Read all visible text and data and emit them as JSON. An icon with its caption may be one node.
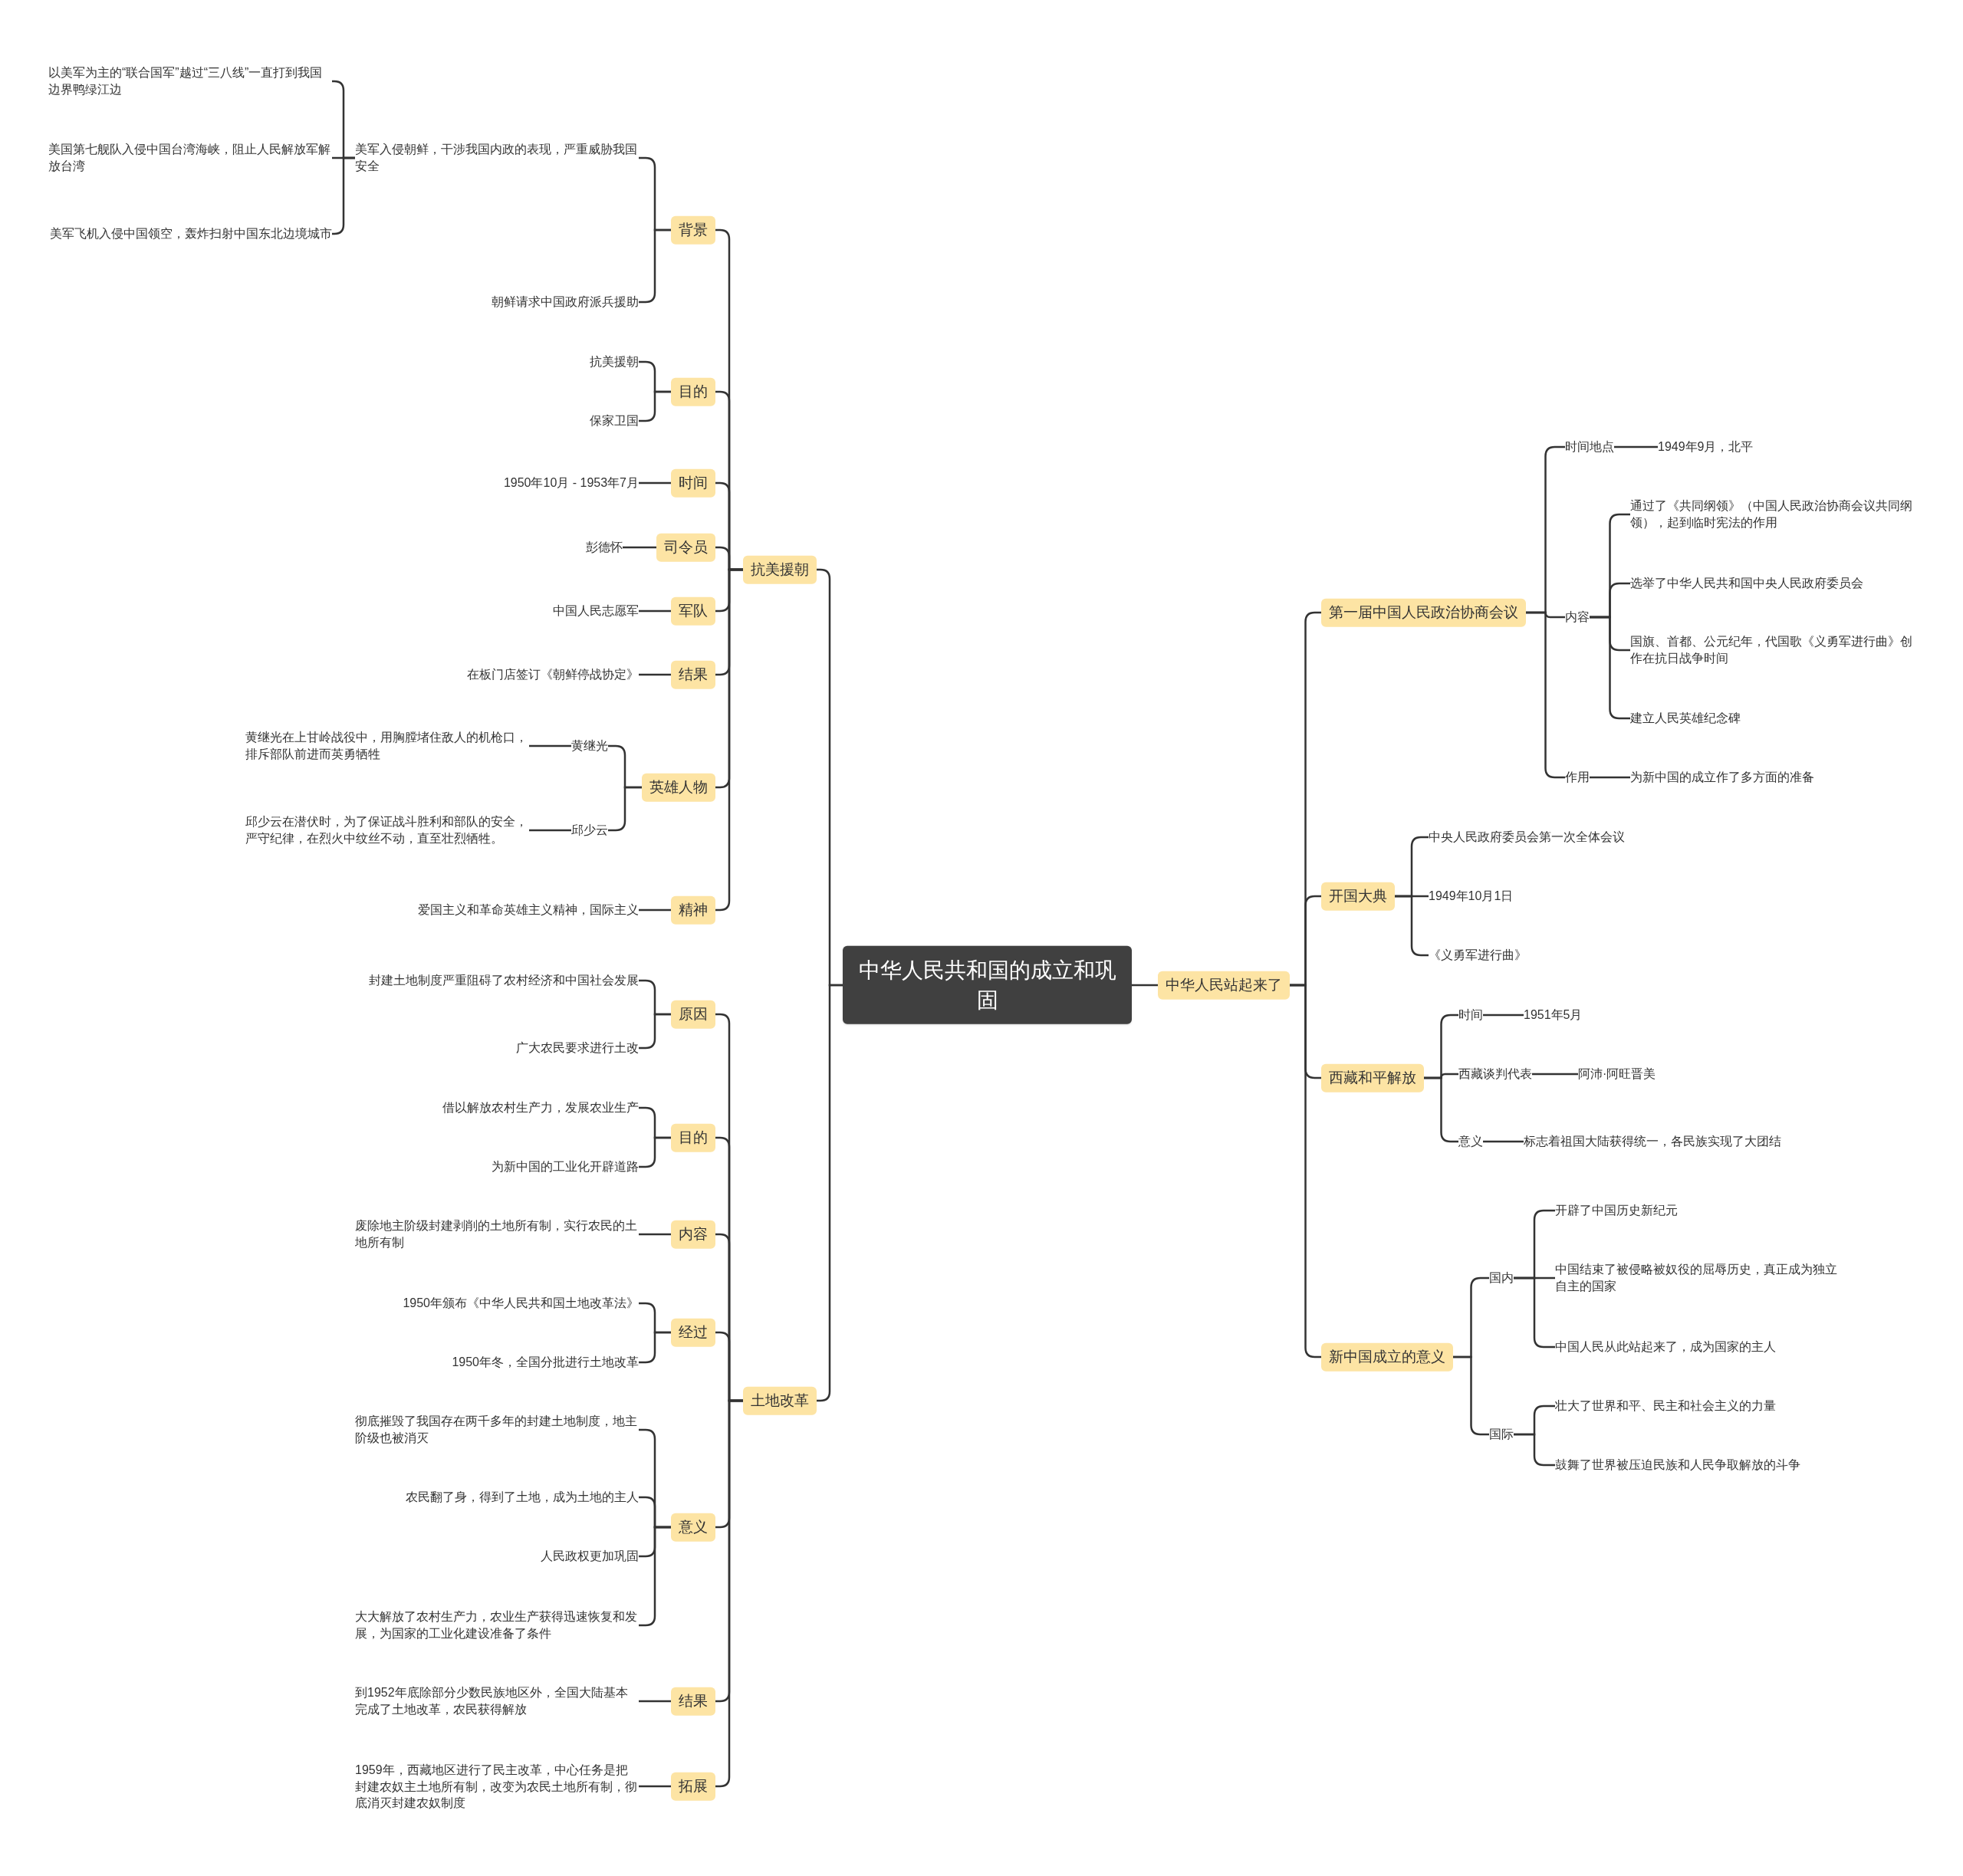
{
  "diagram": {
    "nodes": [
      {
        "text": [
          "中华人民共和国的成立和巩固"
        ]
      },
      {
        "text": [
          "抗美援朝"
        ]
      },
      {
        "text": [
          "背景"
        ]
      },
      {
        "text": [
          "美军入侵朝鲜，干涉我国内政的表现，严重威胁我国安全"
        ]
      },
      {
        "text": [
          "以美军为主的“联合国军”越过“三八线”一直打到我国边界鸭绿江边"
        ]
      },
      {
        "text": [
          "美国第七舰队入侵中国台湾海峡，阻止人民解放军解放台湾"
        ]
      },
      {
        "text": [
          "美军飞机入侵中国领空，轰炸扫射中国东北边境城市"
        ]
      },
      {
        "text": [
          "朝鲜请求中国政府派兵援助"
        ]
      },
      {
        "text": [
          "目的"
        ]
      },
      {
        "text": [
          "抗美援朝"
        ]
      },
      {
        "text": [
          "保家卫国"
        ]
      },
      {
        "text": [
          "时间"
        ]
      },
      {
        "text": [
          "1950年10月 - 1953年7月"
        ]
      },
      {
        "text": [
          "司令员"
        ]
      },
      {
        "text": [
          "彭德怀"
        ]
      },
      {
        "text": [
          "军队"
        ]
      },
      {
        "text": [
          "中国人民志愿军"
        ]
      },
      {
        "text": [
          "结果"
        ]
      },
      {
        "text": [
          "在板门店签订《朝鲜停战协定》"
        ]
      },
      {
        "text": [
          "英雄人物"
        ]
      },
      {
        "text": [
          "黄继光"
        ]
      },
      {
        "text": [
          "黄继光在上甘岭战役中，用胸膛堵住敌人的机枪口，排斥部队前进而英勇牺牲"
        ]
      },
      {
        "text": [
          "邱少云"
        ]
      },
      {
        "text": [
          "邱少云在潜伏时，为了保证战斗胜利和部队的安全，严守纪律，在烈火中纹丝不动，直至壮烈牺牲。"
        ]
      },
      {
        "text": [
          "精神"
        ]
      },
      {
        "text": [
          "爱国主义和革命英雄主义精神，国际主义"
        ]
      },
      {
        "text": [
          "土地改革"
        ]
      },
      {
        "text": [
          "原因"
        ]
      },
      {
        "text": [
          "封建土地制度严重阻碍了农村经济和中国社会发展"
        ]
      },
      {
        "text": [
          "广大农民要求进行土改"
        ]
      },
      {
        "text": [
          "目的"
        ]
      },
      {
        "text": [
          "借以解放农村生产力，发展农业生产"
        ]
      },
      {
        "text": [
          "为新中国的工业化开辟道路"
        ]
      },
      {
        "text": [
          "内容"
        ]
      },
      {
        "text": [
          "废除地主阶级封建剥削的土地所有制，实行农民的土地所有制"
        ]
      },
      {
        "text": [
          "经过"
        ]
      },
      {
        "text": [
          "1950年颁布《中华人民共和国土地改革法》"
        ]
      },
      {
        "text": [
          "1950年冬，全国分批进行土地改革"
        ]
      },
      {
        "text": [
          "意义"
        ]
      },
      {
        "text": [
          "彻底摧毁了我国存在两千多年的封建土地制度，地主阶级也被消灭"
        ]
      },
      {
        "text": [
          "农民翻了身，得到了土地，成为土地的主人"
        ]
      },
      {
        "text": [
          "人民政权更加巩固"
        ]
      },
      {
        "text": [
          "大大解放了农村生产力，农业生产获得迅速恢复和发展，为国家的工业化建设准备了条件"
        ]
      },
      {
        "text": [
          "结果"
        ]
      },
      {
        "text": [
          "到1952年底除部分少数民族地区外，全国大陆基本完成了土地改革，农民获得解放"
        ]
      },
      {
        "text": [
          "拓展"
        ]
      },
      {
        "text": [
          "1959年，西藏地区进行了民主改革，中心任务是把封建农奴主土地所有制，改变为农民土地所有制，彻底消灭封建农奴制度"
        ]
      },
      {
        "text": [
          "中华人民站起来了"
        ]
      },
      {
        "text": [
          "第一届中国人民政治协商会议"
        ]
      },
      {
        "text": [
          "时间地点"
        ]
      },
      {
        "text": [
          "1949年9月，北平"
        ]
      },
      {
        "text": [
          "内容"
        ]
      },
      {
        "text": [
          "通过了《共同纲领》（中国人民政治协商会议共同纲领），起到临时宪法的作用"
        ]
      },
      {
        "text": [
          "选举了中华人民共和国中央人民政府委员会"
        ]
      },
      {
        "text": [
          "国旗、首都、公元纪年，代国歌《义勇军进行曲》创作在抗日战争时间"
        ]
      },
      {
        "text": [
          "建立人民英雄纪念碑"
        ]
      },
      {
        "text": [
          "作用"
        ]
      },
      {
        "text": [
          "为新中国的成立作了多方面的准备"
        ]
      },
      {
        "text": [
          "开国大典"
        ]
      },
      {
        "text": [
          "中央人民政府委员会第一次全体会议"
        ]
      },
      {
        "text": [
          "1949年10月1日"
        ]
      },
      {
        "text": [
          "《义勇军进行曲》"
        ]
      },
      {
        "text": [
          "西藏和平解放"
        ]
      },
      {
        "text": [
          "时间"
        ]
      },
      {
        "text": [
          "1951年5月"
        ]
      },
      {
        "text": [
          "西藏谈判代表"
        ]
      },
      {
        "text": [
          "阿沛·阿旺晋美"
        ]
      },
      {
        "text": [
          "意义"
        ]
      },
      {
        "text": [
          "标志着祖国大陆获得统一，各民族实现了大团结"
        ]
      },
      {
        "text": [
          "新中国成立的意义"
        ]
      },
      {
        "text": [
          "国内"
        ]
      },
      {
        "text": [
          "开辟了中国历史新纪元"
        ]
      },
      {
        "text": [
          "中国结束了被侵略被奴役的屈辱历史，真正成为独立自主的国家"
        ]
      },
      {
        "text": [
          "中国人民从此站起来了，成为国家的主人"
        ]
      },
      {
        "text": [
          "国际"
        ]
      },
      {
        "text": [
          "壮大了世界和平、民主和社会主义的力量"
        ]
      },
      {
        "text": [
          "鼓舞了世界被压迫民族和人民争取解放的斗争"
        ]
      }
    ],
    "edges": [
      {
        "from": 0,
        "to": 1,
        "arrow": "none"
      },
      {
        "from": 1,
        "to": 2,
        "arrow": "none"
      },
      {
        "from": 2,
        "to": 3,
        "arrow": "none"
      },
      {
        "from": 3,
        "to": 4,
        "arrow": "none"
      },
      {
        "from": 3,
        "to": 5,
        "arrow": "none"
      },
      {
        "from": 3,
        "to": 6,
        "arrow": "none"
      },
      {
        "from": 2,
        "to": 7,
        "arrow": "none"
      },
      {
        "from": 1,
        "to": 8,
        "arrow": "none"
      },
      {
        "from": 8,
        "to": 9,
        "arrow": "none"
      },
      {
        "from": 8,
        "to": 10,
        "arrow": "none"
      },
      {
        "from": 1,
        "to": 11,
        "arrow": "none"
      },
      {
        "from": 11,
        "to": 12,
        "arrow": "none"
      },
      {
        "from": 1,
        "to": 13,
        "arrow": "none"
      },
      {
        "from": 13,
        "to": 14,
        "arrow": "none"
      },
      {
        "from": 1,
        "to": 15,
        "arrow": "none"
      },
      {
        "from": 15,
        "to": 16,
        "arrow": "none"
      },
      {
        "from": 1,
        "to": 17,
        "arrow": "none"
      },
      {
        "from": 17,
        "to": 18,
        "arrow": "none"
      },
      {
        "from": 1,
        "to": 19,
        "arrow": "none"
      },
      {
        "from": 19,
        "to": 20,
        "arrow": "none"
      },
      {
        "from": 20,
        "to": 21,
        "arrow": "none"
      },
      {
        "from": 19,
        "to": 22,
        "arrow": "none"
      },
      {
        "from": 22,
        "to": 23,
        "arrow": "none"
      },
      {
        "from": 1,
        "to": 24,
        "arrow": "none"
      },
      {
        "from": 24,
        "to": 25,
        "arrow": "none"
      },
      {
        "from": 0,
        "to": 26,
        "arrow": "none"
      },
      {
        "from": 26,
        "to": 27,
        "arrow": "none"
      },
      {
        "from": 27,
        "to": 28,
        "arrow": "none"
      },
      {
        "from": 27,
        "to": 29,
        "arrow": "none"
      },
      {
        "from": 26,
        "to": 30,
        "arrow": "none"
      },
      {
        "from": 30,
        "to": 31,
        "arrow": "none"
      },
      {
        "from": 30,
        "to": 32,
        "arrow": "none"
      },
      {
        "from": 26,
        "to": 33,
        "arrow": "none"
      },
      {
        "from": 33,
        "to": 34,
        "arrow": "none"
      },
      {
        "from": 26,
        "to": 35,
        "arrow": "none"
      },
      {
        "from": 35,
        "to": 36,
        "arrow": "none"
      },
      {
        "from": 35,
        "to": 37,
        "arrow": "none"
      },
      {
        "from": 26,
        "to": 38,
        "arrow": "none"
      },
      {
        "from": 38,
        "to": 39,
        "arrow": "none"
      },
      {
        "from": 38,
        "to": 40,
        "arrow": "none"
      },
      {
        "from": 38,
        "to": 41,
        "arrow": "none"
      },
      {
        "from": 38,
        "to": 42,
        "arrow": "none"
      },
      {
        "from": 26,
        "to": 43,
        "arrow": "none"
      },
      {
        "from": 43,
        "to": 44,
        "arrow": "none"
      },
      {
        "from": 26,
        "to": 45,
        "arrow": "none"
      },
      {
        "from": 45,
        "to": 46,
        "arrow": "none"
      },
      {
        "from": 0,
        "to": 47,
        "arrow": "none"
      },
      {
        "from": 47,
        "to": 48,
        "arrow": "none"
      },
      {
        "from": 48,
        "to": 49,
        "arrow": "none"
      },
      {
        "from": 49,
        "to": 50,
        "arrow": "none"
      },
      {
        "from": 48,
        "to": 51,
        "arrow": "none"
      },
      {
        "from": 51,
        "to": 52,
        "arrow": "none"
      },
      {
        "from": 51,
        "to": 53,
        "arrow": "none"
      },
      {
        "from": 51,
        "to": 54,
        "arrow": "none"
      },
      {
        "from": 51,
        "to": 55,
        "arrow": "none"
      },
      {
        "from": 48,
        "to": 56,
        "arrow": "none"
      },
      {
        "from": 56,
        "to": 57,
        "arrow": "none"
      },
      {
        "from": 47,
        "to": 58,
        "arrow": "none"
      },
      {
        "from": 58,
        "to": 59,
        "arrow": "none"
      },
      {
        "from": 58,
        "to": 60,
        "arrow": "none"
      },
      {
        "from": 58,
        "to": 61,
        "arrow": "none"
      },
      {
        "from": 47,
        "to": 62,
        "arrow": "none"
      },
      {
        "from": 62,
        "to": 63,
        "arrow": "none"
      },
      {
        "from": 63,
        "to": 64,
        "arrow": "none"
      },
      {
        "from": 62,
        "to": 65,
        "arrow": "none"
      },
      {
        "from": 65,
        "to": 66,
        "arrow": "none"
      },
      {
        "from": 62,
        "to": 67,
        "arrow": "none"
      },
      {
        "from": 67,
        "to": 68,
        "arrow": "none"
      },
      {
        "from": 47,
        "to": 69,
        "arrow": "none"
      },
      {
        "from": 69,
        "to": 70,
        "arrow": "none"
      },
      {
        "from": 70,
        "to": 71,
        "arrow": "none"
      },
      {
        "from": 70,
        "to": 72,
        "arrow": "none"
      },
      {
        "from": 70,
        "to": 73,
        "arrow": "none"
      },
      {
        "from": 69,
        "to": 74,
        "arrow": "none"
      },
      {
        "from": 74,
        "to": 75,
        "arrow": "none"
      },
      {
        "from": 74,
        "to": 76,
        "arrow": "none"
      }
    ]
  }
}
